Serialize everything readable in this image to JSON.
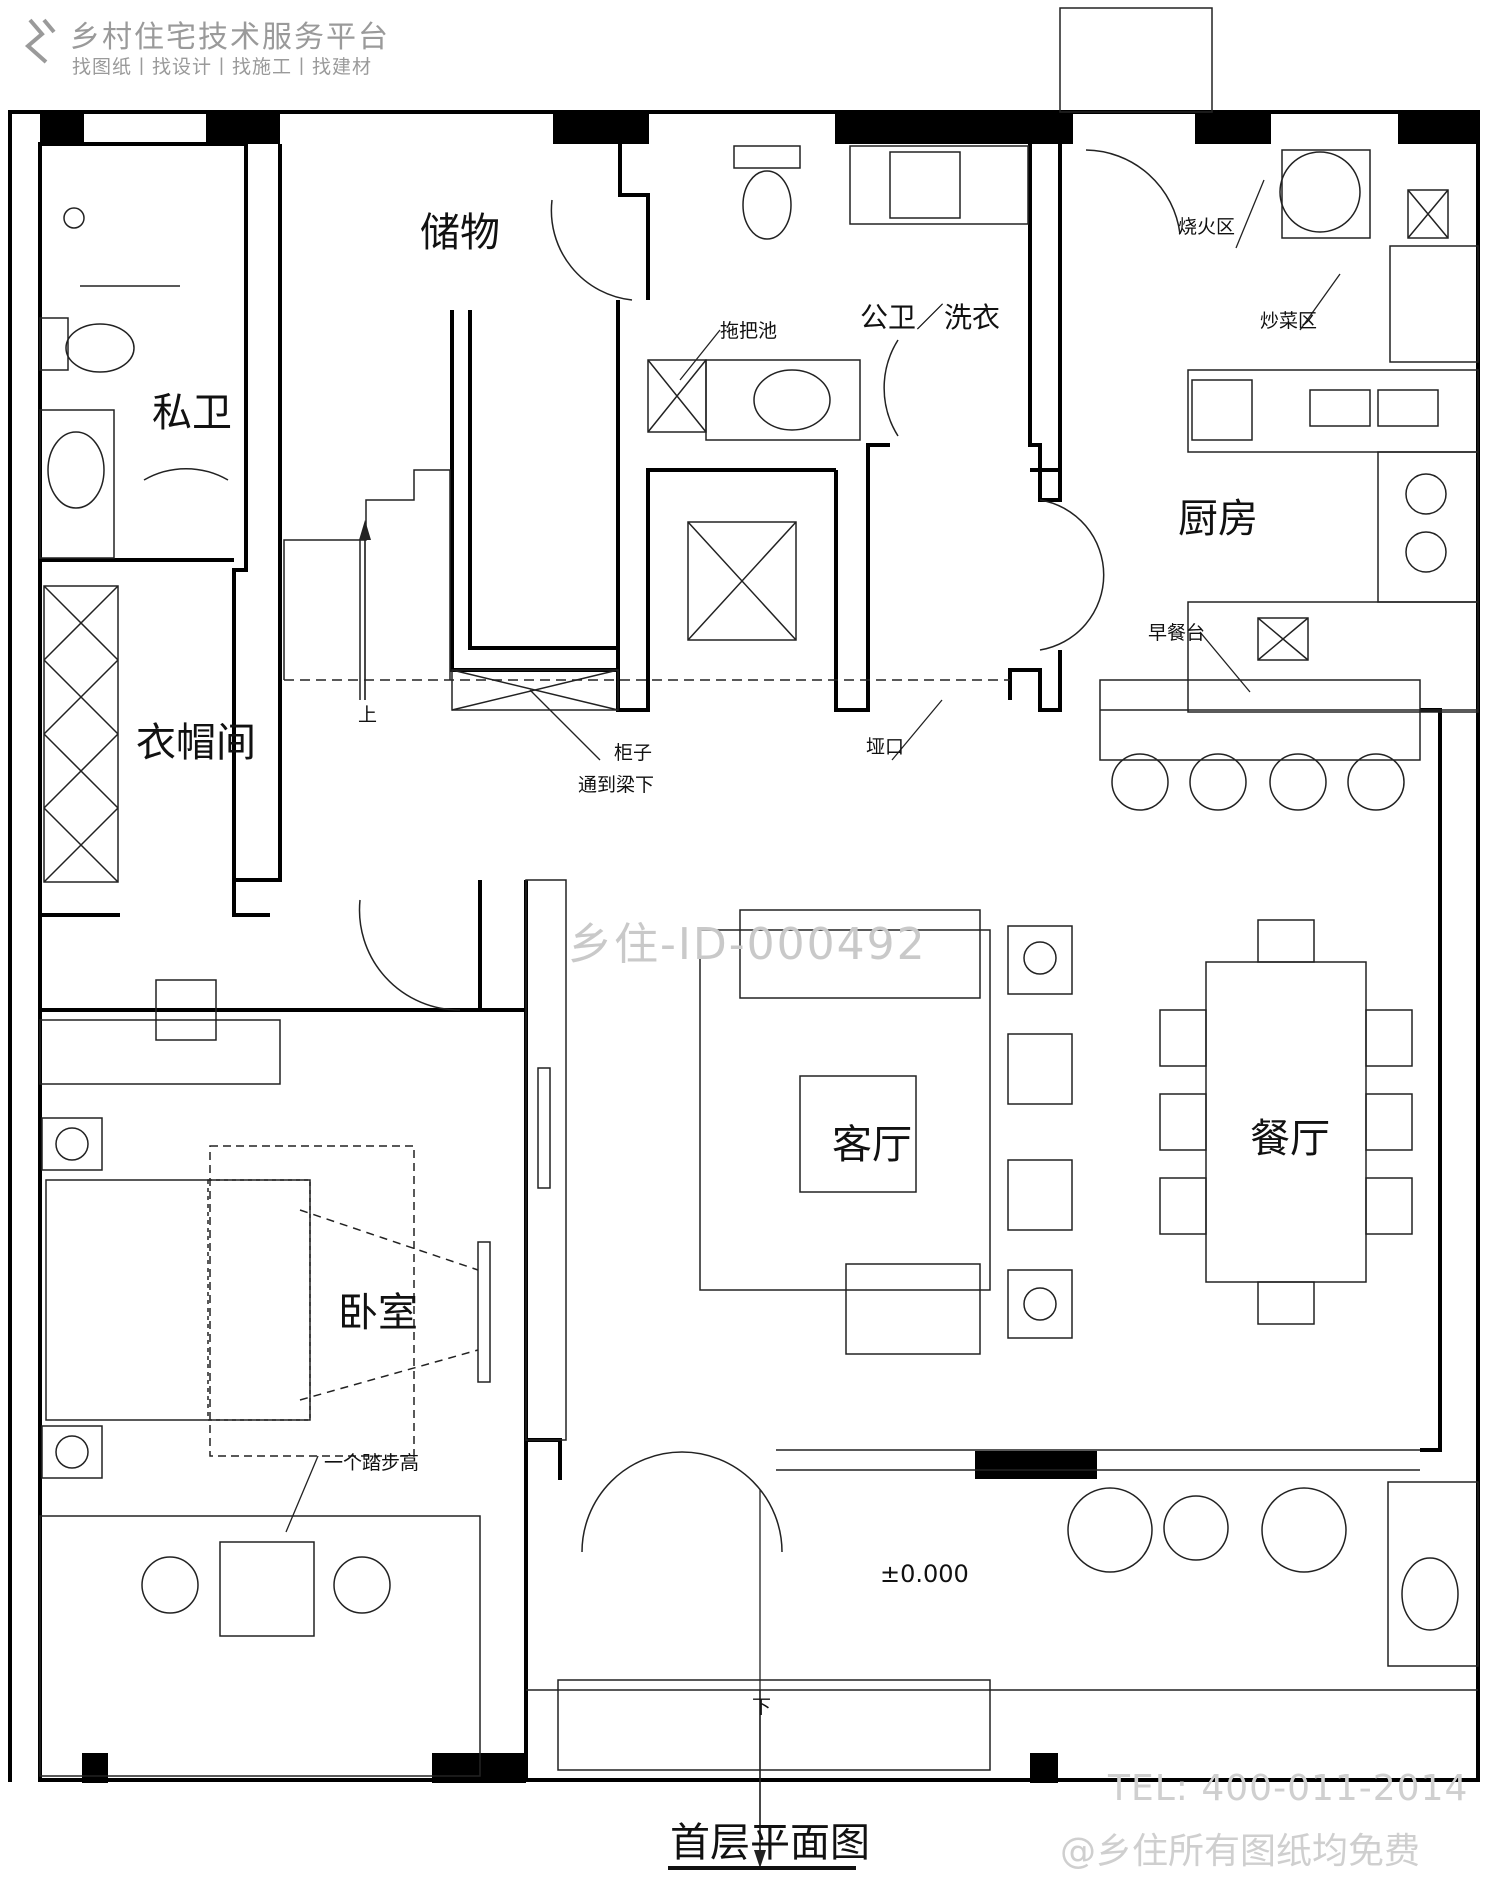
{
  "header": {
    "brand": "乡村住宅技术服务平台",
    "tagline": "找图纸丨找设计丨找施工丨找建材",
    "logo_icon": "logo-icon"
  },
  "rooms": {
    "storage": "储物",
    "public_bath": "公卫／洗衣",
    "mop_sink": "拖把池",
    "private_bath": "私卫",
    "cloakroom": "衣帽间",
    "kitchen": "厨房",
    "fire_area": "烧火区",
    "stir_fry_area": "炒菜区",
    "breakfast_bar": "早餐台",
    "living_room": "客厅",
    "dining_room": "餐厅",
    "bedroom": "卧室"
  },
  "notes": {
    "cabinet": "柜子",
    "to_beam": "通到梁下",
    "opening": "垭口",
    "one_step": "一个踏步高",
    "stair_up": "上",
    "steps_down": "下",
    "elevation": "±0.000"
  },
  "watermark": "乡住-ID-000492",
  "footer": {
    "tel": "TEL: 400-011-2014",
    "free": "@乡住所有图纸均免费",
    "drawing_title": "首层平面图"
  },
  "colors": {
    "wall": "#000000",
    "thin_line": "#222222",
    "watermark": "#c9c9c9"
  }
}
